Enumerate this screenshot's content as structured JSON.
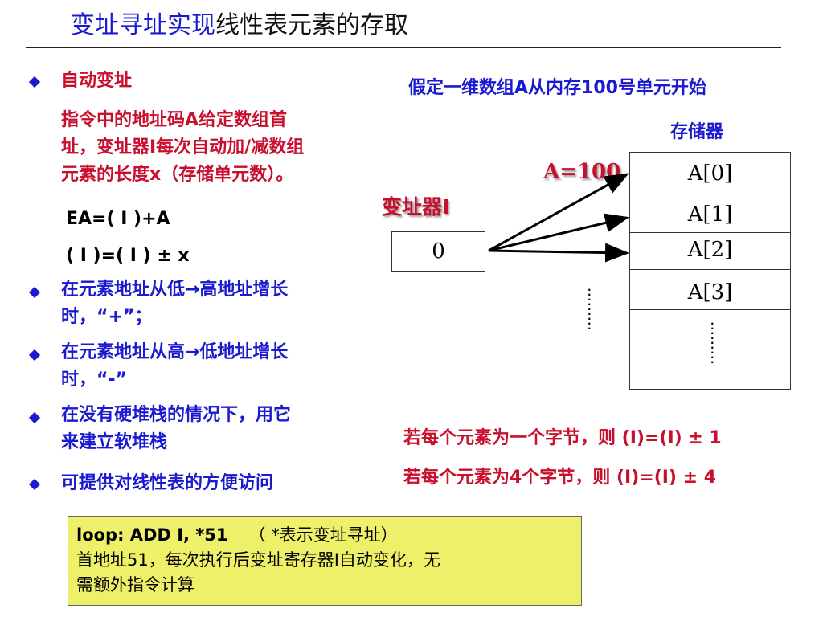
{
  "title": {
    "highlight": "变址寻址实现",
    "rest": "线性表元素的存取"
  },
  "left": {
    "b1_title": "自动变址",
    "b1_desc": [
      "指令中的地址码A给定数组首",
      "址，变址器I每次自动加/减数组",
      "元素的长度x（存储单元数）。"
    ],
    "formula1": "EA=( I )+A",
    "formula2": "( I )=( I ) ± x",
    "b2": [
      "在元素地址从低→高地址增长",
      "时，“+”；"
    ],
    "b3": [
      "在元素地址从高→低地址增长",
      "时，“-”"
    ],
    "b4": [
      "在没有硬堆栈的情况下，用它",
      "来建立软堆栈"
    ],
    "b5": "可提供对线性表的方便访问"
  },
  "diagram": {
    "assumption": "假定一维数组A从内存100号单元开始",
    "memory_label": "存储器",
    "a_label": "A=100",
    "reg_label": "变址器I",
    "reg_value": "0",
    "cells": [
      "A[0]",
      "A[1]",
      "A[2]",
      "A[3]"
    ]
  },
  "notes": {
    "n1": "若每个元素为一个字节，则 (I)=(I) ± 1",
    "n2": "若每个元素为4个字节，则 (I)=(I) ± 4"
  },
  "code_box": {
    "line1_code": "loop: ADD  I, *51",
    "line1_comment": "（ *表示变址寻址）",
    "line2": "首地址51，每次执行后变址寄存器I自动变化，无",
    "line3": "需额外指令计算"
  },
  "colors": {
    "red": "#c8102e",
    "blue": "#1a1ad0",
    "note_bg": "#eef06a"
  }
}
